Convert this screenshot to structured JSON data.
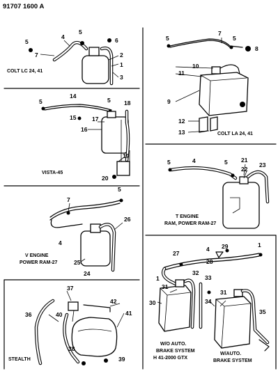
{
  "header": {
    "part_number": "91707 1600 A"
  },
  "panels": {
    "colt_lc": {
      "caption": "COLT LC 24, 41",
      "callouts": {
        "c1": "1",
        "c2": "2",
        "c3": "3",
        "c4": "4",
        "c5a": "5",
        "c5b": "5",
        "c6": "6",
        "c7": "7"
      }
    },
    "colt_la": {
      "caption": "COLT LA 24, 41",
      "callouts": {
        "c5a": "5",
        "c5b": "5",
        "c7": "7",
        "c8": "8",
        "c9": "9",
        "c10": "10",
        "c11": "11",
        "c12": "12",
        "c13": "13"
      }
    },
    "vista": {
      "caption": "VISTA-45",
      "callouts": {
        "c5a": "5",
        "c5b": "5",
        "c14": "14",
        "c15": "15",
        "c16": "16",
        "c17": "17",
        "c18": "18",
        "c19": "19",
        "c20": "20"
      }
    },
    "t_engine": {
      "caption_line1": "T ENGINE",
      "caption_line2": "RAM, POWER RAM-27",
      "callouts": {
        "c4": "4",
        "c5a": "5",
        "c5b": "5",
        "c21": "21",
        "c22": "22",
        "c23": "23"
      }
    },
    "v_engine": {
      "caption_line1": "V ENGINE",
      "caption_line2": "POWER RAM-27",
      "callouts": {
        "c4": "4",
        "c5": "5",
        "c7": "7",
        "c24": "24",
        "c25": "25",
        "c26": "26"
      }
    },
    "brake": {
      "caption_left_line1": "W/O AUTO.",
      "caption_left_line2": "BRAKE SYSTEM",
      "caption_left_line3": "H 41-2000 GTX",
      "caption_right_line1": "W/AUTO.",
      "caption_right_line2": "BRAKE SYSTEM",
      "callouts": {
        "c1a": "1",
        "c1b": "1",
        "c4": "4",
        "c27": "27",
        "c28": "28",
        "c29": "29",
        "c30": "30",
        "c31a": "31",
        "c31b": "31",
        "c32": "32",
        "c33": "33",
        "c34": "34",
        "c35": "35"
      }
    },
    "stealth": {
      "caption": "STEALTH",
      "callouts": {
        "c36": "36",
        "c37": "37",
        "c38": "38",
        "c39": "39",
        "c40": "40",
        "c41": "41",
        "c42": "42"
      }
    }
  }
}
